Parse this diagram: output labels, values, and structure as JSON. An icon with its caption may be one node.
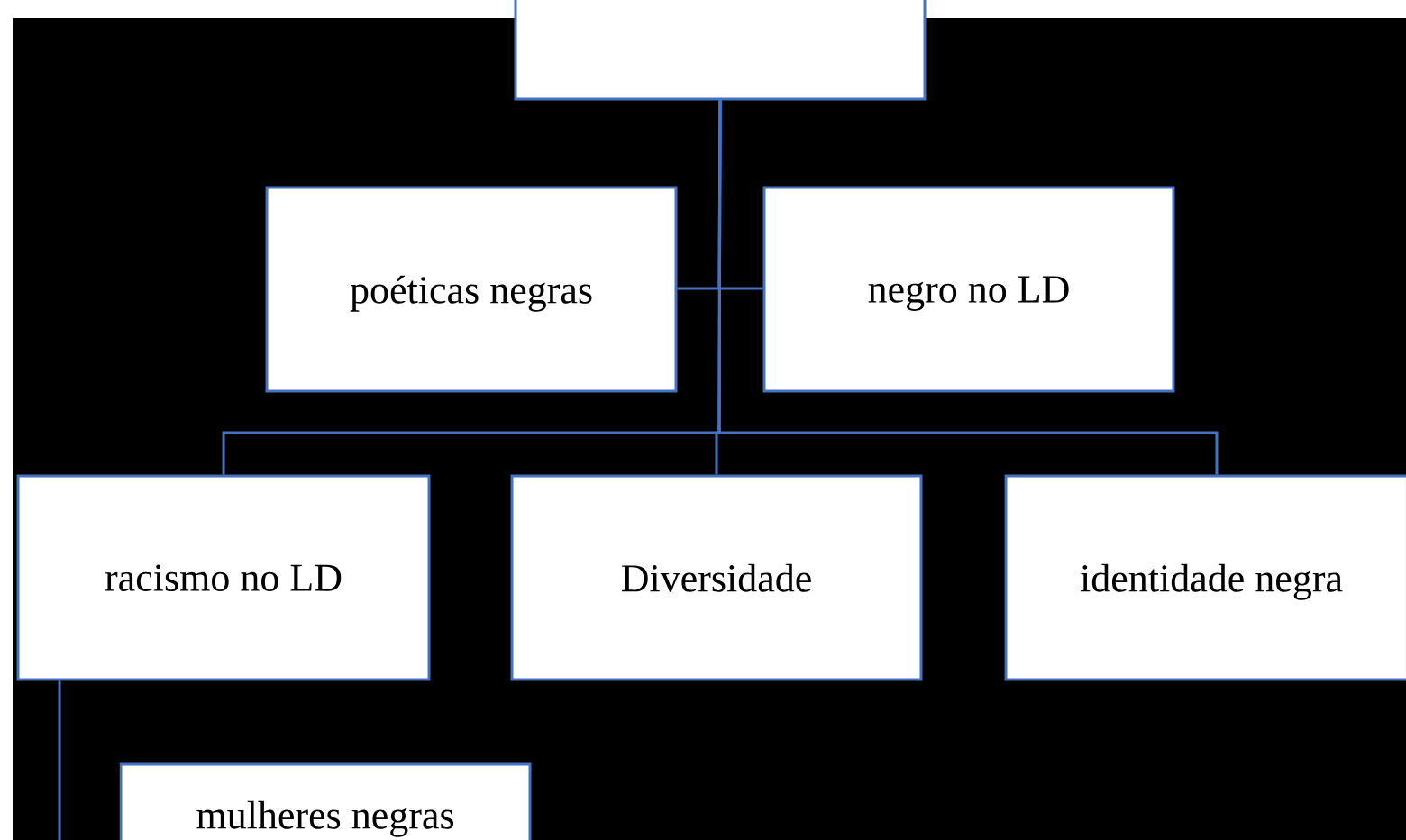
{
  "diagram": {
    "nodes": [
      {
        "text": [],
        "shape": "box"
      },
      {
        "text": [
          "poéticas negras"
        ]
      },
      {
        "text": [
          "negro no LD"
        ]
      },
      {
        "text": [
          "racismo no LD"
        ]
      },
      {
        "text": [
          "Diversidade"
        ]
      },
      {
        "text": [
          "identidade negra"
        ]
      },
      {
        "text": [
          "mulheres negras"
        ]
      }
    ],
    "edges": [
      {
        "from": 0,
        "to": 1,
        "arrow": "none"
      },
      {
        "from": 0,
        "to": 2,
        "arrow": "none"
      },
      {
        "from": 0,
        "to": 3,
        "arrow": "none"
      },
      {
        "from": 0,
        "to": 4,
        "arrow": "none"
      },
      {
        "from": 0,
        "to": 5,
        "arrow": "none"
      },
      {
        "from": 3,
        "to": 6,
        "arrow": "none"
      }
    ]
  }
}
